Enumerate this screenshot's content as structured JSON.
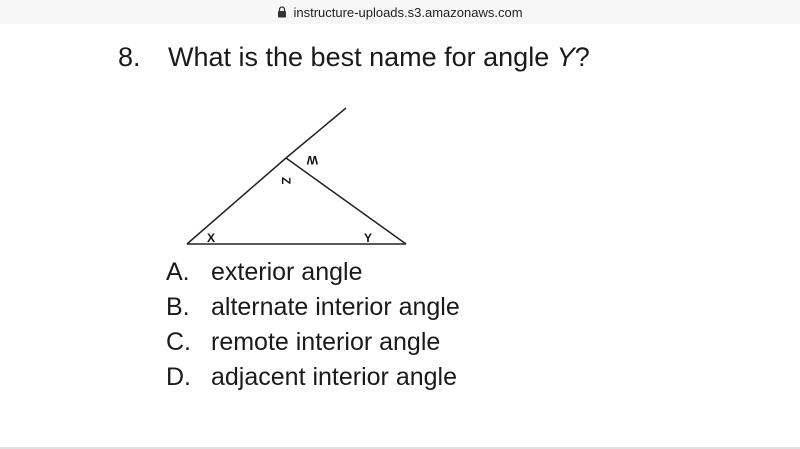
{
  "browser": {
    "url": "instructure-uploads.s3.amazonaws.com",
    "lock_icon": "lock-icon"
  },
  "question": {
    "number": "8.",
    "text_before": "What is the best name for angle ",
    "variable": "Y",
    "text_after": "?"
  },
  "figure": {
    "labels": {
      "w": "W",
      "z": "Z",
      "x": "X",
      "y": "Y"
    }
  },
  "answers": [
    {
      "letter": "A.",
      "text": "exterior angle"
    },
    {
      "letter": "B.",
      "text": "alternate interior angle"
    },
    {
      "letter": "C.",
      "text": "remote interior angle"
    },
    {
      "letter": "D.",
      "text": "adjacent interior angle"
    }
  ]
}
